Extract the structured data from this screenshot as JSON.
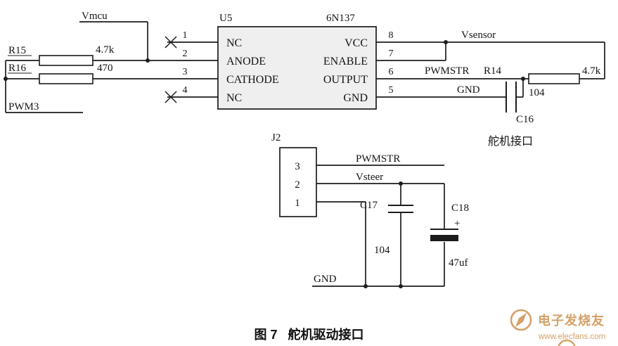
{
  "schematic": {
    "u5": {
      "ref": "U5",
      "part": "6N137",
      "pin1": {
        "num": "1",
        "name": "NC"
      },
      "pin2": {
        "num": "2",
        "name": "ANODE"
      },
      "pin3": {
        "num": "3",
        "name": "CATHODE"
      },
      "pin4": {
        "num": "4",
        "name": "NC"
      },
      "pin5": {
        "num": "5",
        "name": "GND"
      },
      "pin6": {
        "num": "6",
        "name": "OUTPUT"
      },
      "pin7": {
        "num": "7",
        "name": "ENABLE"
      },
      "pin8": {
        "num": "8",
        "name": "VCC"
      }
    },
    "j2": {
      "ref": "J2",
      "pin3": "3",
      "pin2": "2",
      "pin1": "1"
    },
    "r15": {
      "ref": "R15",
      "value": "4.7k"
    },
    "r16": {
      "ref": "R16",
      "value": "470"
    },
    "r14": {
      "ref": "R14",
      "value": "4.7k"
    },
    "c16": {
      "ref": "C16",
      "value": "104"
    },
    "c17": {
      "ref": "C17",
      "value": "104"
    },
    "c18": {
      "ref": "C18",
      "value": "47uf",
      "plus": "+"
    },
    "labels": {
      "vmcu": "Vmcu",
      "pwm3": "PWM3",
      "vsensor": "Vsensor",
      "pwmstr_top": "PWMSTR",
      "gnd_top": "GND",
      "servo_interface": "舵机接口",
      "pwmstr_j2": "PWMSTR",
      "vsteer": "Vsteer",
      "gnd_bottom": "GND"
    }
  },
  "caption": {
    "fig": "图 7",
    "title": "舵机驱动接口"
  },
  "watermark": {
    "brand": "电子发烧友",
    "site": "www.elecfans.com",
    "color": "#c8873f"
  }
}
